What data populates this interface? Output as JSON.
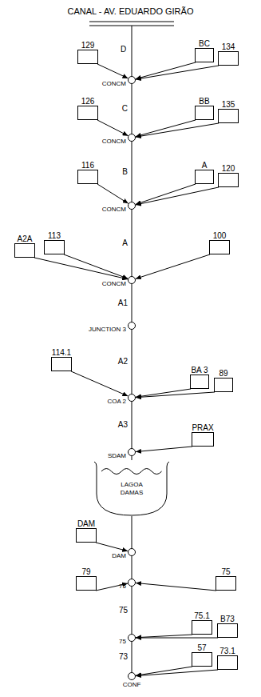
{
  "diagram": {
    "title": "CANAL - AV. EDUARDO GIRÃO",
    "nodes": [
      {
        "text": [
          "129"
        ]
      },
      {
        "text": [
          "BC"
        ]
      },
      {
        "text": [
          "134"
        ]
      },
      {
        "text": [
          "CONCM"
        ]
      },
      {
        "text": [
          "126"
        ]
      },
      {
        "text": [
          "BB"
        ]
      },
      {
        "text": [
          "135"
        ]
      },
      {
        "text": [
          "CONCM"
        ]
      },
      {
        "text": [
          "116"
        ]
      },
      {
        "text": [
          "A"
        ]
      },
      {
        "text": [
          "120"
        ]
      },
      {
        "text": [
          "CONCM"
        ]
      },
      {
        "text": [
          "A2A"
        ]
      },
      {
        "text": [
          "113"
        ]
      },
      {
        "text": [
          "100"
        ]
      },
      {
        "text": [
          "CONCM"
        ]
      },
      {
        "text": [
          "JUNCTION 3"
        ]
      },
      {
        "text": [
          "114.1"
        ]
      },
      {
        "text": [
          "BA 3"
        ]
      },
      {
        "text": [
          "89"
        ]
      },
      {
        "text": [
          "COA 2"
        ]
      },
      {
        "text": [
          "PRAX"
        ]
      },
      {
        "text": [
          "SDAM"
        ]
      },
      {
        "text": [
          "LAGOA DAMAS"
        ]
      },
      {
        "text": [
          "DAM"
        ]
      },
      {
        "text": [
          "DAM"
        ]
      },
      {
        "text": [
          "79"
        ]
      },
      {
        "text": [
          "75"
        ]
      },
      {
        "text": [
          "75"
        ]
      },
      {
        "text": [
          "75.1"
        ]
      },
      {
        "text": [
          "B73"
        ]
      },
      {
        "text": [
          "75"
        ]
      },
      {
        "text": [
          "57"
        ]
      },
      {
        "text": [
          "73.1"
        ]
      },
      {
        "text": [
          "CONF"
        ]
      }
    ],
    "edges": [
      {
        "from": 0,
        "to": 3,
        "arrow": "to"
      },
      {
        "from": 1,
        "to": 3,
        "arrow": "to"
      },
      {
        "from": 2,
        "to": 3,
        "arrow": "to"
      },
      {
        "from": 4,
        "to": 7,
        "arrow": "to"
      },
      {
        "from": 5,
        "to": 7,
        "arrow": "to"
      },
      {
        "from": 6,
        "to": 7,
        "arrow": "to"
      },
      {
        "from": 8,
        "to": 11,
        "arrow": "to"
      },
      {
        "from": 9,
        "to": 11,
        "arrow": "to"
      },
      {
        "from": 10,
        "to": 11,
        "arrow": "to"
      },
      {
        "from": 12,
        "to": 15,
        "arrow": "to"
      },
      {
        "from": 13,
        "to": 15,
        "arrow": "to"
      },
      {
        "from": 14,
        "to": 15,
        "arrow": "to"
      },
      {
        "from": 17,
        "to": 20,
        "arrow": "to"
      },
      {
        "from": 18,
        "to": 20,
        "arrow": "to"
      },
      {
        "from": 19,
        "to": 20,
        "arrow": "to"
      },
      {
        "from": 21,
        "to": 22,
        "arrow": "to"
      },
      {
        "from": 24,
        "to": 25,
        "arrow": "to"
      },
      {
        "from": 26,
        "to": 28,
        "arrow": "to"
      },
      {
        "from": 27,
        "to": 28,
        "arrow": "to"
      },
      {
        "from": 29,
        "to": 31,
        "arrow": "to"
      },
      {
        "from": 30,
        "to": 31,
        "arrow": "to"
      },
      {
        "from": 32,
        "to": 34,
        "arrow": "to"
      },
      {
        "from": 33,
        "to": 34,
        "arrow": "to"
      },
      {
        "from": 3,
        "to": 7,
        "label": "C",
        "arrow": "none"
      },
      {
        "from": 7,
        "to": 11,
        "label": "B",
        "arrow": "none"
      },
      {
        "from": 11,
        "to": 15,
        "label": "A",
        "arrow": "none"
      },
      {
        "from": 15,
        "to": 16,
        "label": "A1",
        "arrow": "none"
      },
      {
        "from": 16,
        "to": 20,
        "label": "A2",
        "arrow": "none"
      },
      {
        "from": 20,
        "to": 22,
        "label": "A3",
        "arrow": "none"
      },
      {
        "from": 22,
        "to": 23,
        "arrow": "none"
      },
      {
        "from": 23,
        "to": 25,
        "arrow": "none"
      },
      {
        "from": 25,
        "to": 28,
        "arrow": "none"
      },
      {
        "from": 28,
        "to": 31,
        "label": "75",
        "arrow": "none"
      },
      {
        "from": 31,
        "to": 34,
        "label": "73",
        "arrow": "none"
      }
    ],
    "labels": [
      "D"
    ]
  }
}
